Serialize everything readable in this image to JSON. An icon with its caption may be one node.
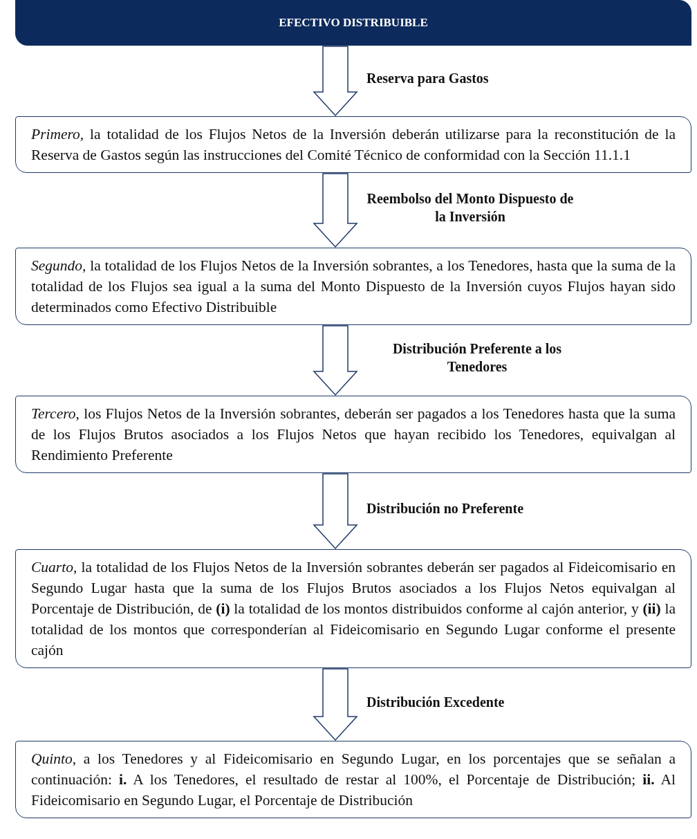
{
  "diagram": {
    "nodes": [
      {
        "text": [
          "EFECTIVO DISTRIBUIBLE"
        ]
      },
      {
        "text": [
          "*Primero,* la totalidad de los Flujos Netos de la Inversión deberán utilizarse para la reconstitución de la Reserva de Gastos según las instrucciones del Comité Técnico de conformidad con la Sección 11.1.1"
        ]
      },
      {
        "text": [
          "*Segundo,* la totalidad de los Flujos Netos de la Inversión sobrantes, a los Tenedores, hasta que la suma de la totalidad de los Flujos sea igual a la suma del Monto Dispuesto de la Inversión cuyos Flujos hayan sido determinados como Efectivo Distribuible"
        ]
      },
      {
        "text": [
          "*Tercero*, los Flujos Netos de la Inversión sobrantes, deberán ser pagados a los Tenedores hasta que la suma de los Flujos Brutos asociados a los Flujos Netos que hayan recibido los Tenedores, equivalgan al Rendimiento Preferente"
        ]
      },
      {
        "text": [
          "*Cuarto*, la totalidad de los Flujos Netos de la Inversión sobrantes deberán ser pagados al Fideicomisario en Segundo Lugar hasta que la suma de los Flujos Brutos asociados a los Flujos Netos equivalgan al Porcentaje de Distribución, de **(i)** la totalidad de los montos distribuidos conforme al cajón anterior, y **(ii)** la totalidad de los montos que corresponderían al Fideicomisario en Segundo Lugar conforme el presente cajón"
        ]
      },
      {
        "text": [
          "*Quinto*, a los Tenedores y al Fideicomisario en Segundo Lugar, en los porcentajes que se señalan a continuación: **i.** A los Tenedores, el resultado de restar al 100%, el Porcentaje de Distribución; **ii.** Al Fideicomisario en Segundo Lugar, el Porcentaje de Distribución"
        ]
      }
    ],
    "edges": [
      {
        "from": 0,
        "to": 1,
        "arrow": "to",
        "label": "Reserva para Gastos"
      },
      {
        "from": 1,
        "to": 2,
        "arrow": "to",
        "label": "Reembolso del Monto Dispuesto de la Inversión"
      },
      {
        "from": 2,
        "to": 3,
        "arrow": "to",
        "label": "Distribución Preferente a los Tenedores"
      },
      {
        "from": 3,
        "to": 4,
        "arrow": "to",
        "label": "Distribución no Preferente"
      },
      {
        "from": 4,
        "to": 5,
        "arrow": "to",
        "label": "Distribución Excedente"
      }
    ]
  }
}
